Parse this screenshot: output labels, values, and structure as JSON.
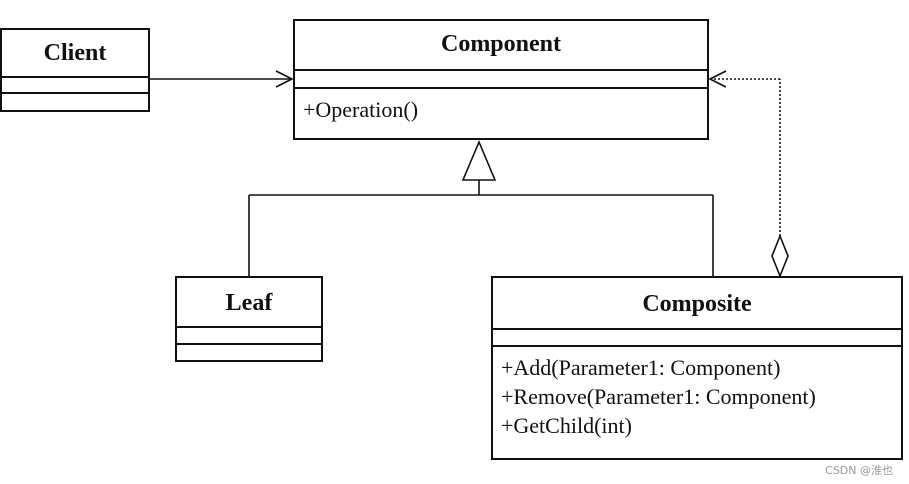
{
  "classes": {
    "client": {
      "name": "Client"
    },
    "component": {
      "name": "Component",
      "operations": [
        "+Operation()"
      ]
    },
    "leaf": {
      "name": "Leaf"
    },
    "composite": {
      "name": "Composite",
      "operations": [
        "+Add(Parameter1: Component)",
        "+Remove(Parameter1: Component)",
        "+GetChild(int)"
      ]
    }
  },
  "relationships": [
    {
      "from": "Client",
      "to": "Component",
      "kind": "association"
    },
    {
      "from": "Leaf",
      "to": "Component",
      "kind": "generalization"
    },
    {
      "from": "Composite",
      "to": "Component",
      "kind": "generalization"
    },
    {
      "from": "Composite",
      "to": "Component",
      "kind": "aggregation"
    }
  ],
  "watermark": "CSDN @淮也"
}
